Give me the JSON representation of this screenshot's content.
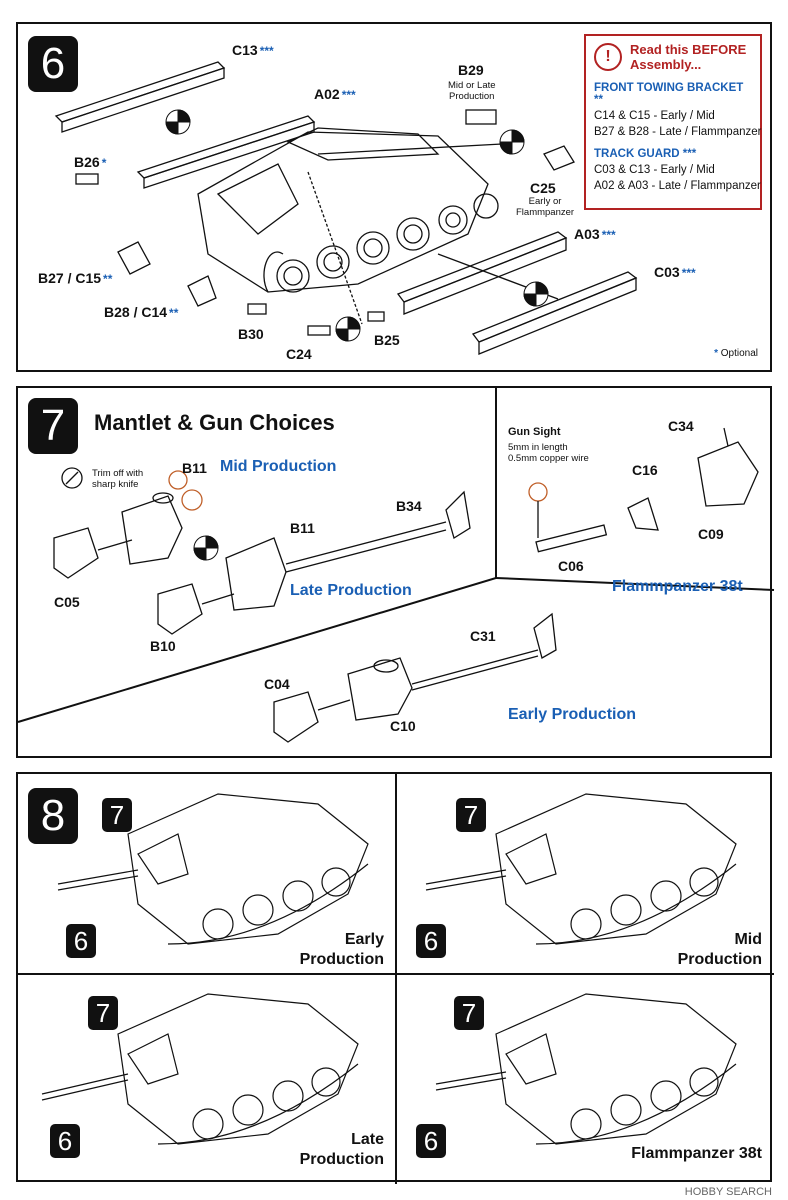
{
  "step6": {
    "number": "6",
    "notice": {
      "title_line1": "Read this BEFORE",
      "title_line2": "Assembly...",
      "sections": [
        {
          "heading": "FRONT TOWING BRACKET **",
          "rows": [
            "C14 & C15 - Early / Mid",
            "B27 & B28 - Late / Flammpanzer"
          ]
        },
        {
          "heading": "TRACK GUARD ***",
          "rows": [
            "C03 & C13 - Early / Mid",
            "A02 & A03 - Late / Flammpanzer"
          ]
        }
      ]
    },
    "parts": {
      "c13": "C13",
      "c13_mark": "***",
      "a02": "A02",
      "a02_mark": "***",
      "b29": "B29",
      "b29_note_1": "Mid or Late",
      "b29_note_2": "Production",
      "b26": "B26",
      "b26_mark": "*",
      "c25": "C25",
      "c25_note_1": "Early or",
      "c25_note_2": "Flammpanzer",
      "a03": "A03",
      "a03_mark": "***",
      "b27c15": "B27 / C15",
      "b27c15_mark": "**",
      "c03": "C03",
      "c03_mark": "***",
      "b28c14": "B28 / C14",
      "b28c14_mark": "**",
      "b30": "B30",
      "c24": "C24",
      "b25": "B25"
    },
    "optional_star": "*",
    "optional_label": "Optional"
  },
  "step7": {
    "number": "7",
    "title": "Mantlet & Gun Choices",
    "trim_note_1": "Trim off with",
    "trim_note_2": "sharp knife",
    "mid_production": "Mid Production",
    "late_production": "Late Production",
    "early_production": "Early Production",
    "flammpanzer": "Flammpanzer 38t",
    "gun_sight_title": "Gun Sight",
    "gun_sight_1": "5mm in length",
    "gun_sight_2": "0.5mm copper wire",
    "parts": {
      "b11a": "B11",
      "b11b": "B11",
      "b34": "B34",
      "c05": "C05",
      "b10": "B10",
      "c34": "C34",
      "c16": "C16",
      "c09": "C09",
      "c06": "C06",
      "c31": "C31",
      "c04": "C04",
      "c10": "C10"
    }
  },
  "step8": {
    "number": "8",
    "variants": [
      {
        "tag_top": "7",
        "tag_bottom": "6",
        "line1": "Early",
        "line2": "Production"
      },
      {
        "tag_top": "7",
        "tag_bottom": "6",
        "line1": "Mid",
        "line2": "Production"
      },
      {
        "tag_top": "7",
        "tag_bottom": "6",
        "line1": "Late",
        "line2": "Production"
      },
      {
        "tag_top": "7",
        "tag_bottom": "6",
        "line1": "",
        "line2": "Flammpanzer 38t"
      }
    ]
  },
  "watermark": "HOBBY SEARCH",
  "colors": {
    "accent_blue": "#1a5fb4",
    "warning_red": "#b22222",
    "ink": "#111111"
  }
}
